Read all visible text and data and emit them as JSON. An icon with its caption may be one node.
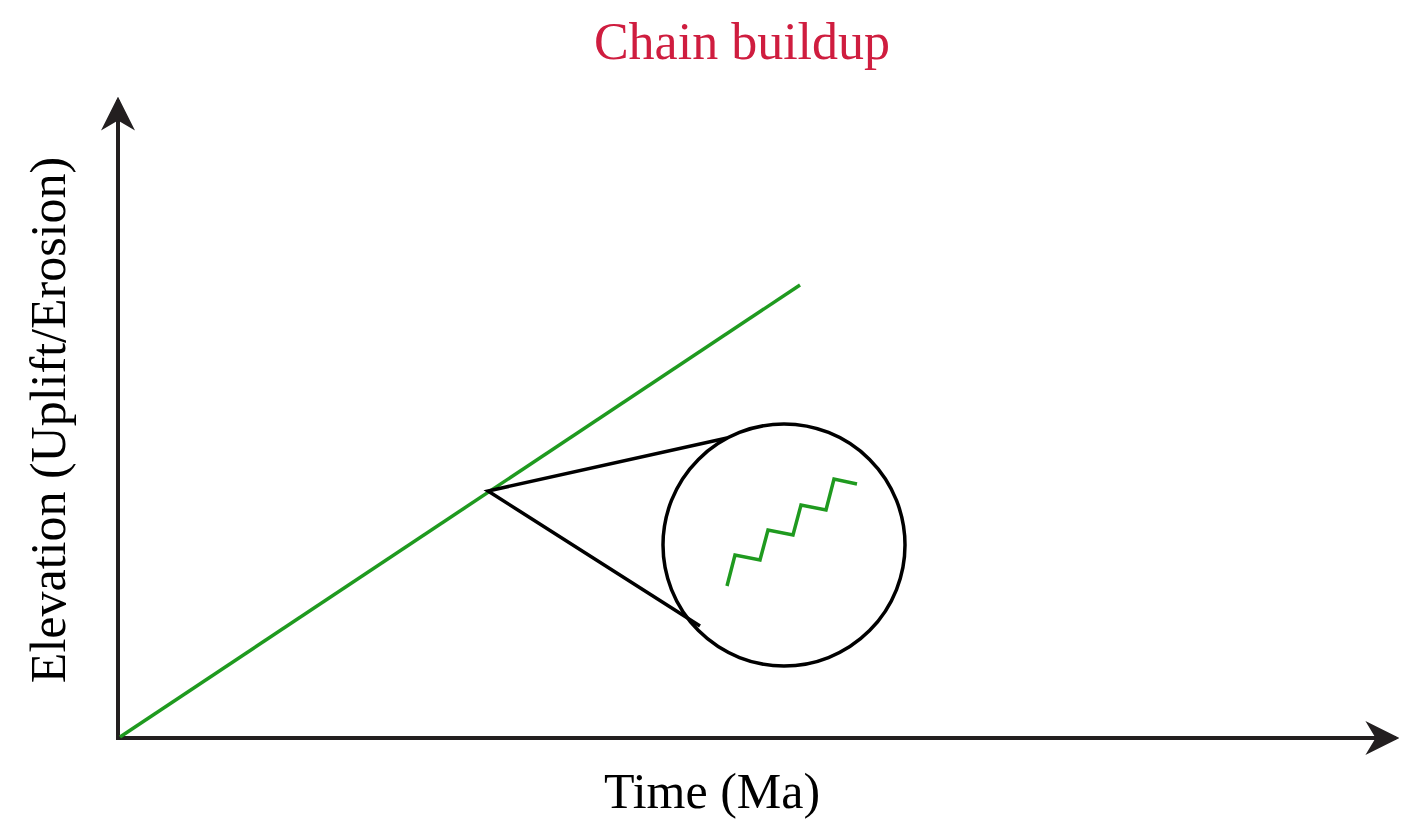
{
  "diagram": {
    "title": "Chain buildup",
    "labels": [
      "Elevation (Uplift/Erosion)",
      "Time (Ma)"
    ]
  }
}
